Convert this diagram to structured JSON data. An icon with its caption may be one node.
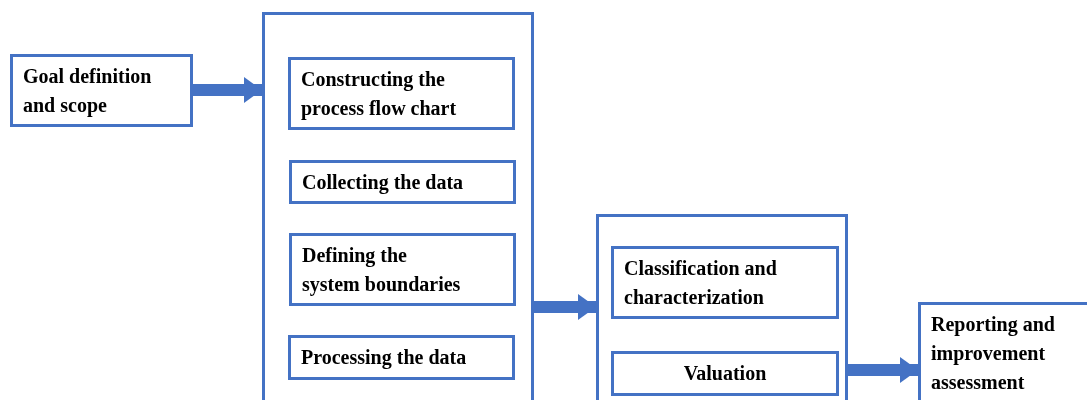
{
  "diagram": {
    "nodes": [
      {
        "text": [
          "Goal definition and scope"
        ]
      },
      {
        "text": [],
        "shape": "box"
      },
      {
        "text": [
          "Constructing the process flow chart"
        ],
        "in": 1
      },
      {
        "text": [
          "Collecting the data"
        ],
        "in": 1
      },
      {
        "text": [
          "Defining the system boundaries"
        ],
        "in": 1
      },
      {
        "text": [
          "Processing the data"
        ],
        "in": 1
      },
      {
        "text": [],
        "shape": "box"
      },
      {
        "text": [
          "Classification and characterization"
        ],
        "in": 6
      },
      {
        "text": [
          "Valuation"
        ],
        "in": 6
      },
      {
        "text": [
          "Reporting and improvement assessment"
        ]
      }
    ],
    "edges": [
      {
        "from": 0,
        "to": 1,
        "arrow": "to"
      },
      {
        "from": 1,
        "to": 6,
        "arrow": "to"
      },
      {
        "from": 6,
        "to": 9,
        "arrow": "to"
      }
    ]
  }
}
